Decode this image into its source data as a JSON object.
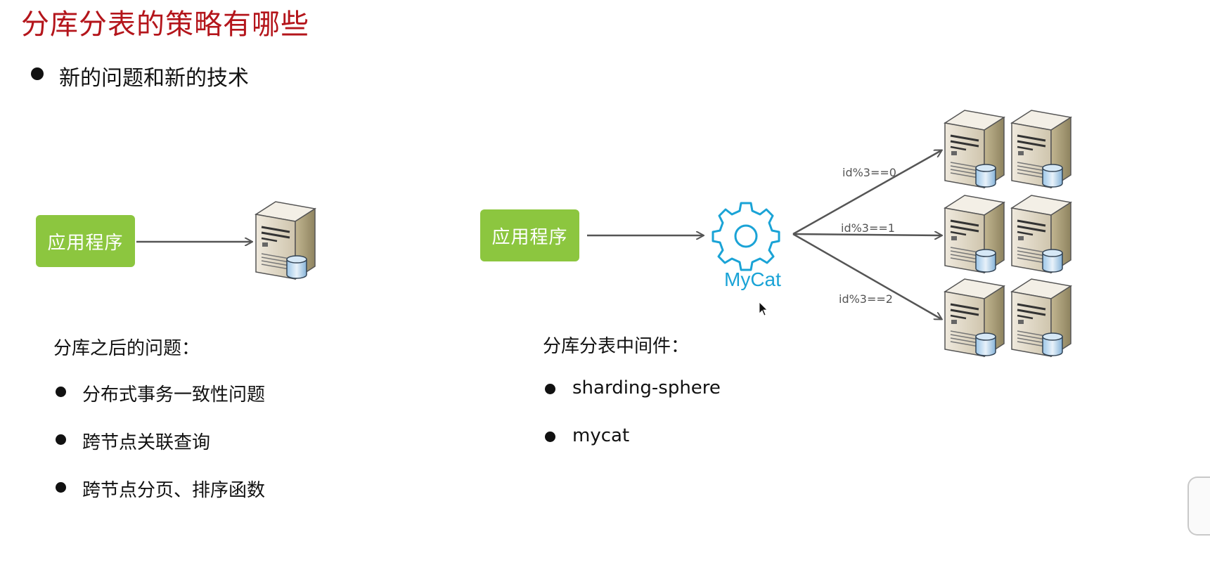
{
  "title": "分库分表的策略有哪些",
  "top_bullet": "新的问题和新的技术",
  "left_diagram": {
    "app_label": "应用程序"
  },
  "right_diagram": {
    "app_label": "应用程序",
    "middleware_label": "MyCat",
    "routes": [
      "id%3==0",
      "id%3==1",
      "id%3==2"
    ]
  },
  "problems": {
    "heading": "分库之后的问题：",
    "items": [
      "分布式事务一致性问题",
      "跨节点关联查询",
      "跨节点分页、排序函数"
    ]
  },
  "middleware": {
    "heading": "分库分表中间件：",
    "items": [
      "sharding-sphere",
      "mycat"
    ]
  },
  "icons": [
    "server-database-icon",
    "gear-icon",
    "arrow-icon",
    "mouse-cursor-icon"
  ],
  "colors": {
    "title": "#b4151b",
    "app_box": "#8cc63f",
    "mycat": "#1aa3d6"
  }
}
